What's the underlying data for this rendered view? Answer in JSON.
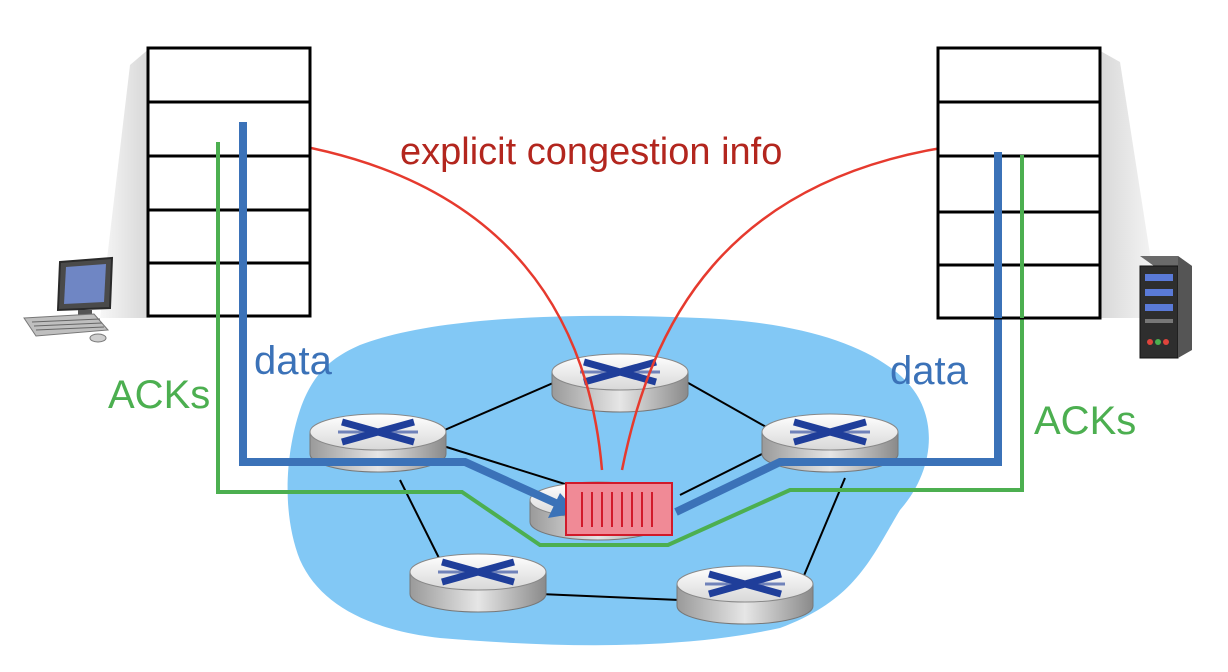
{
  "labels": {
    "congestion_info": "explicit congestion info",
    "data_left": "data",
    "data_right": "data",
    "acks_left": "ACKs",
    "acks_right": "ACKs"
  },
  "colors": {
    "red": "#e63a2e",
    "red_text": "#b3261e",
    "blue": "#3b72b8",
    "green": "#4caf50",
    "cloud": "#82c8f5",
    "router_x": "#1f3e9a",
    "buffer": "#f08a96"
  },
  "icons": [
    "laptop-icon",
    "server-icon",
    "router-icon",
    "router-buffer-icon"
  ]
}
